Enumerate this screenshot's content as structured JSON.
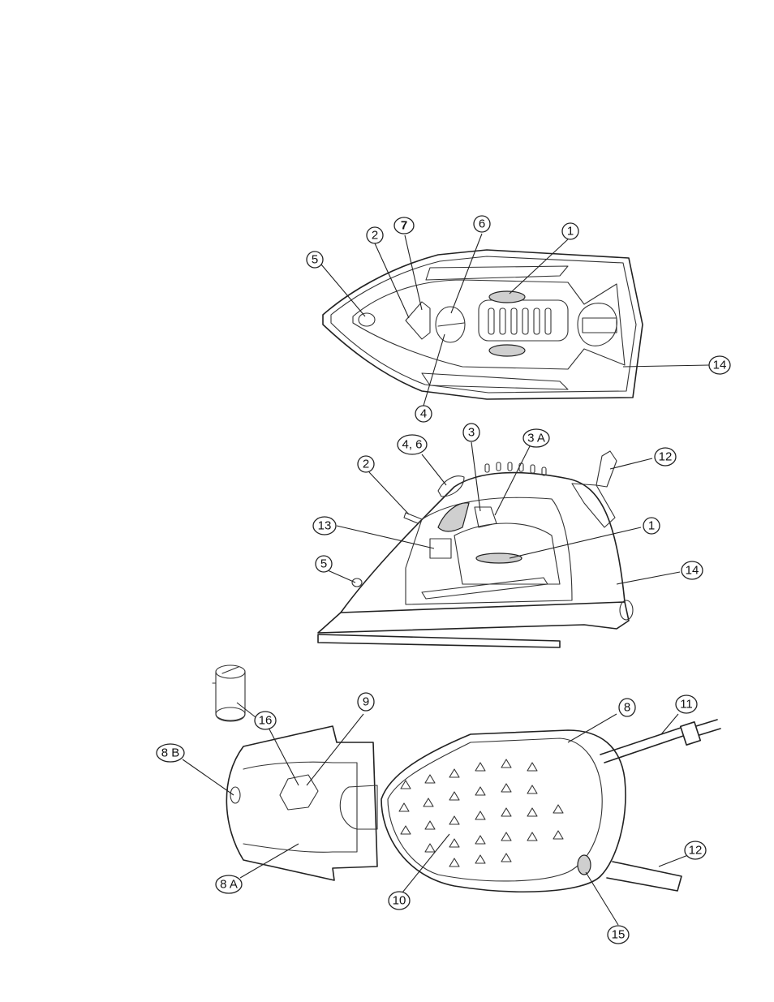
{
  "callouts": {
    "top_view": {
      "c5": "5",
      "c2": "2",
      "c7": "7",
      "c6": "6",
      "c1": "1",
      "c4": "4",
      "c14": "14"
    },
    "side_view": {
      "c4_6": "4, 6",
      "c3": "3",
      "c3a": "3 A",
      "c12": "12",
      "c2": "2",
      "c13": "13",
      "c1": "1",
      "c5": "5",
      "c14": "14"
    },
    "base_view": {
      "c16": "16",
      "c9": "9",
      "c8b": "8 B",
      "c8a": "8 A",
      "c8": "8",
      "c11": "11",
      "c10": "10",
      "c12": "12",
      "c15": "15"
    }
  }
}
